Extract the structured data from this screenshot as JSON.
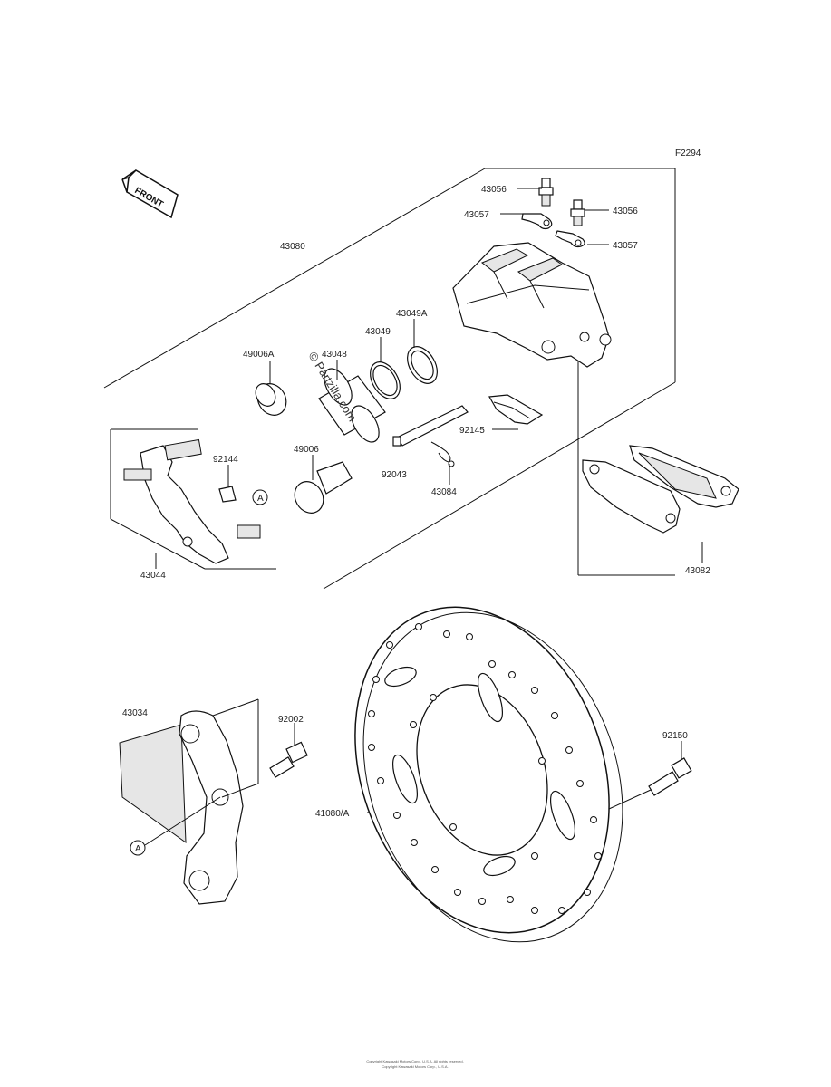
{
  "diagram": {
    "code": "F2294",
    "front_label": "FRONT",
    "watermark": "© Partzilla.com",
    "callout_marker": "A",
    "labels": {
      "p43080": "43080",
      "p43056_left": "43056",
      "p43056_right": "43056",
      "p43057_left": "43057",
      "p43057_right": "43057",
      "p43049A": "43049A",
      "p43049": "43049",
      "p43048": "43048",
      "p49006A": "49006A",
      "p92144": "92144",
      "p49006": "49006",
      "p92145": "92145",
      "p92043": "92043",
      "p43084": "43084",
      "p43044": "43044",
      "p43082": "43082",
      "p43034": "43034",
      "p92002": "92002",
      "p92150": "92150",
      "p41080A": "41080/A"
    },
    "footer_line1": "Copyright Kawasaki Motors Corp., U.S.A. All rights reserved.",
    "footer_line2": "Copyright Kawasaki Motors Corp., U.S.A."
  }
}
